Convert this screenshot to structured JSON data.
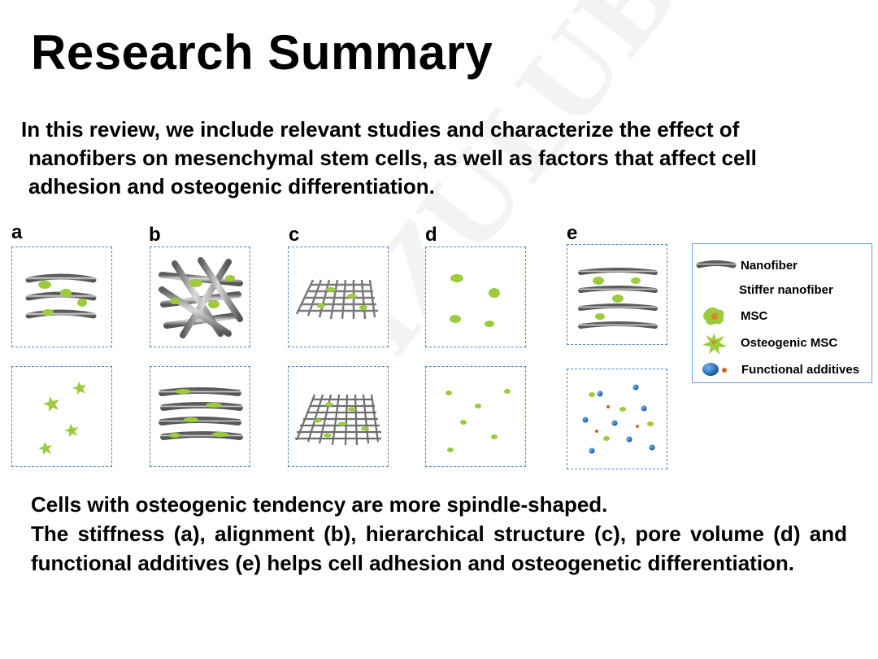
{
  "slide": {
    "title": "Research Summary",
    "intro_line1": "In this review, we include relevant studies and characterize the effect of",
    "intro_line2": "nanofibers on mesenchymal stem cells, as well as factors that affect cell",
    "intro_line3": "adhesion and osteogenic differentiation.",
    "watermark": "IZULUB"
  },
  "panels": [
    {
      "label": "a"
    },
    {
      "label": "b"
    },
    {
      "label": "c"
    },
    {
      "label": "d"
    },
    {
      "label": "e"
    }
  ],
  "legend": {
    "nanofiber": "Nanofiber",
    "stiffer_nanofiber": "Stiffer nanofiber",
    "msc": "MSC",
    "osteogenic_msc": "Osteogenic MSC",
    "functional_additives": "Functional additives"
  },
  "colors": {
    "fiber": "#8c8c8c",
    "stiff_fiber": "#6fb3b0",
    "cell": "#9ccc3c",
    "additive": "#1f6fb8",
    "box_border": "#4a87c9"
  },
  "conclusion": {
    "line1": "Cells with osteogenic tendency are more spindle-shaped.",
    "line2": "The stiffness (a), alignment (b), hierarchical structure (c), pore volume (d) and functional additives (e) helps cell adhesion and osteogenetic differentiation."
  }
}
